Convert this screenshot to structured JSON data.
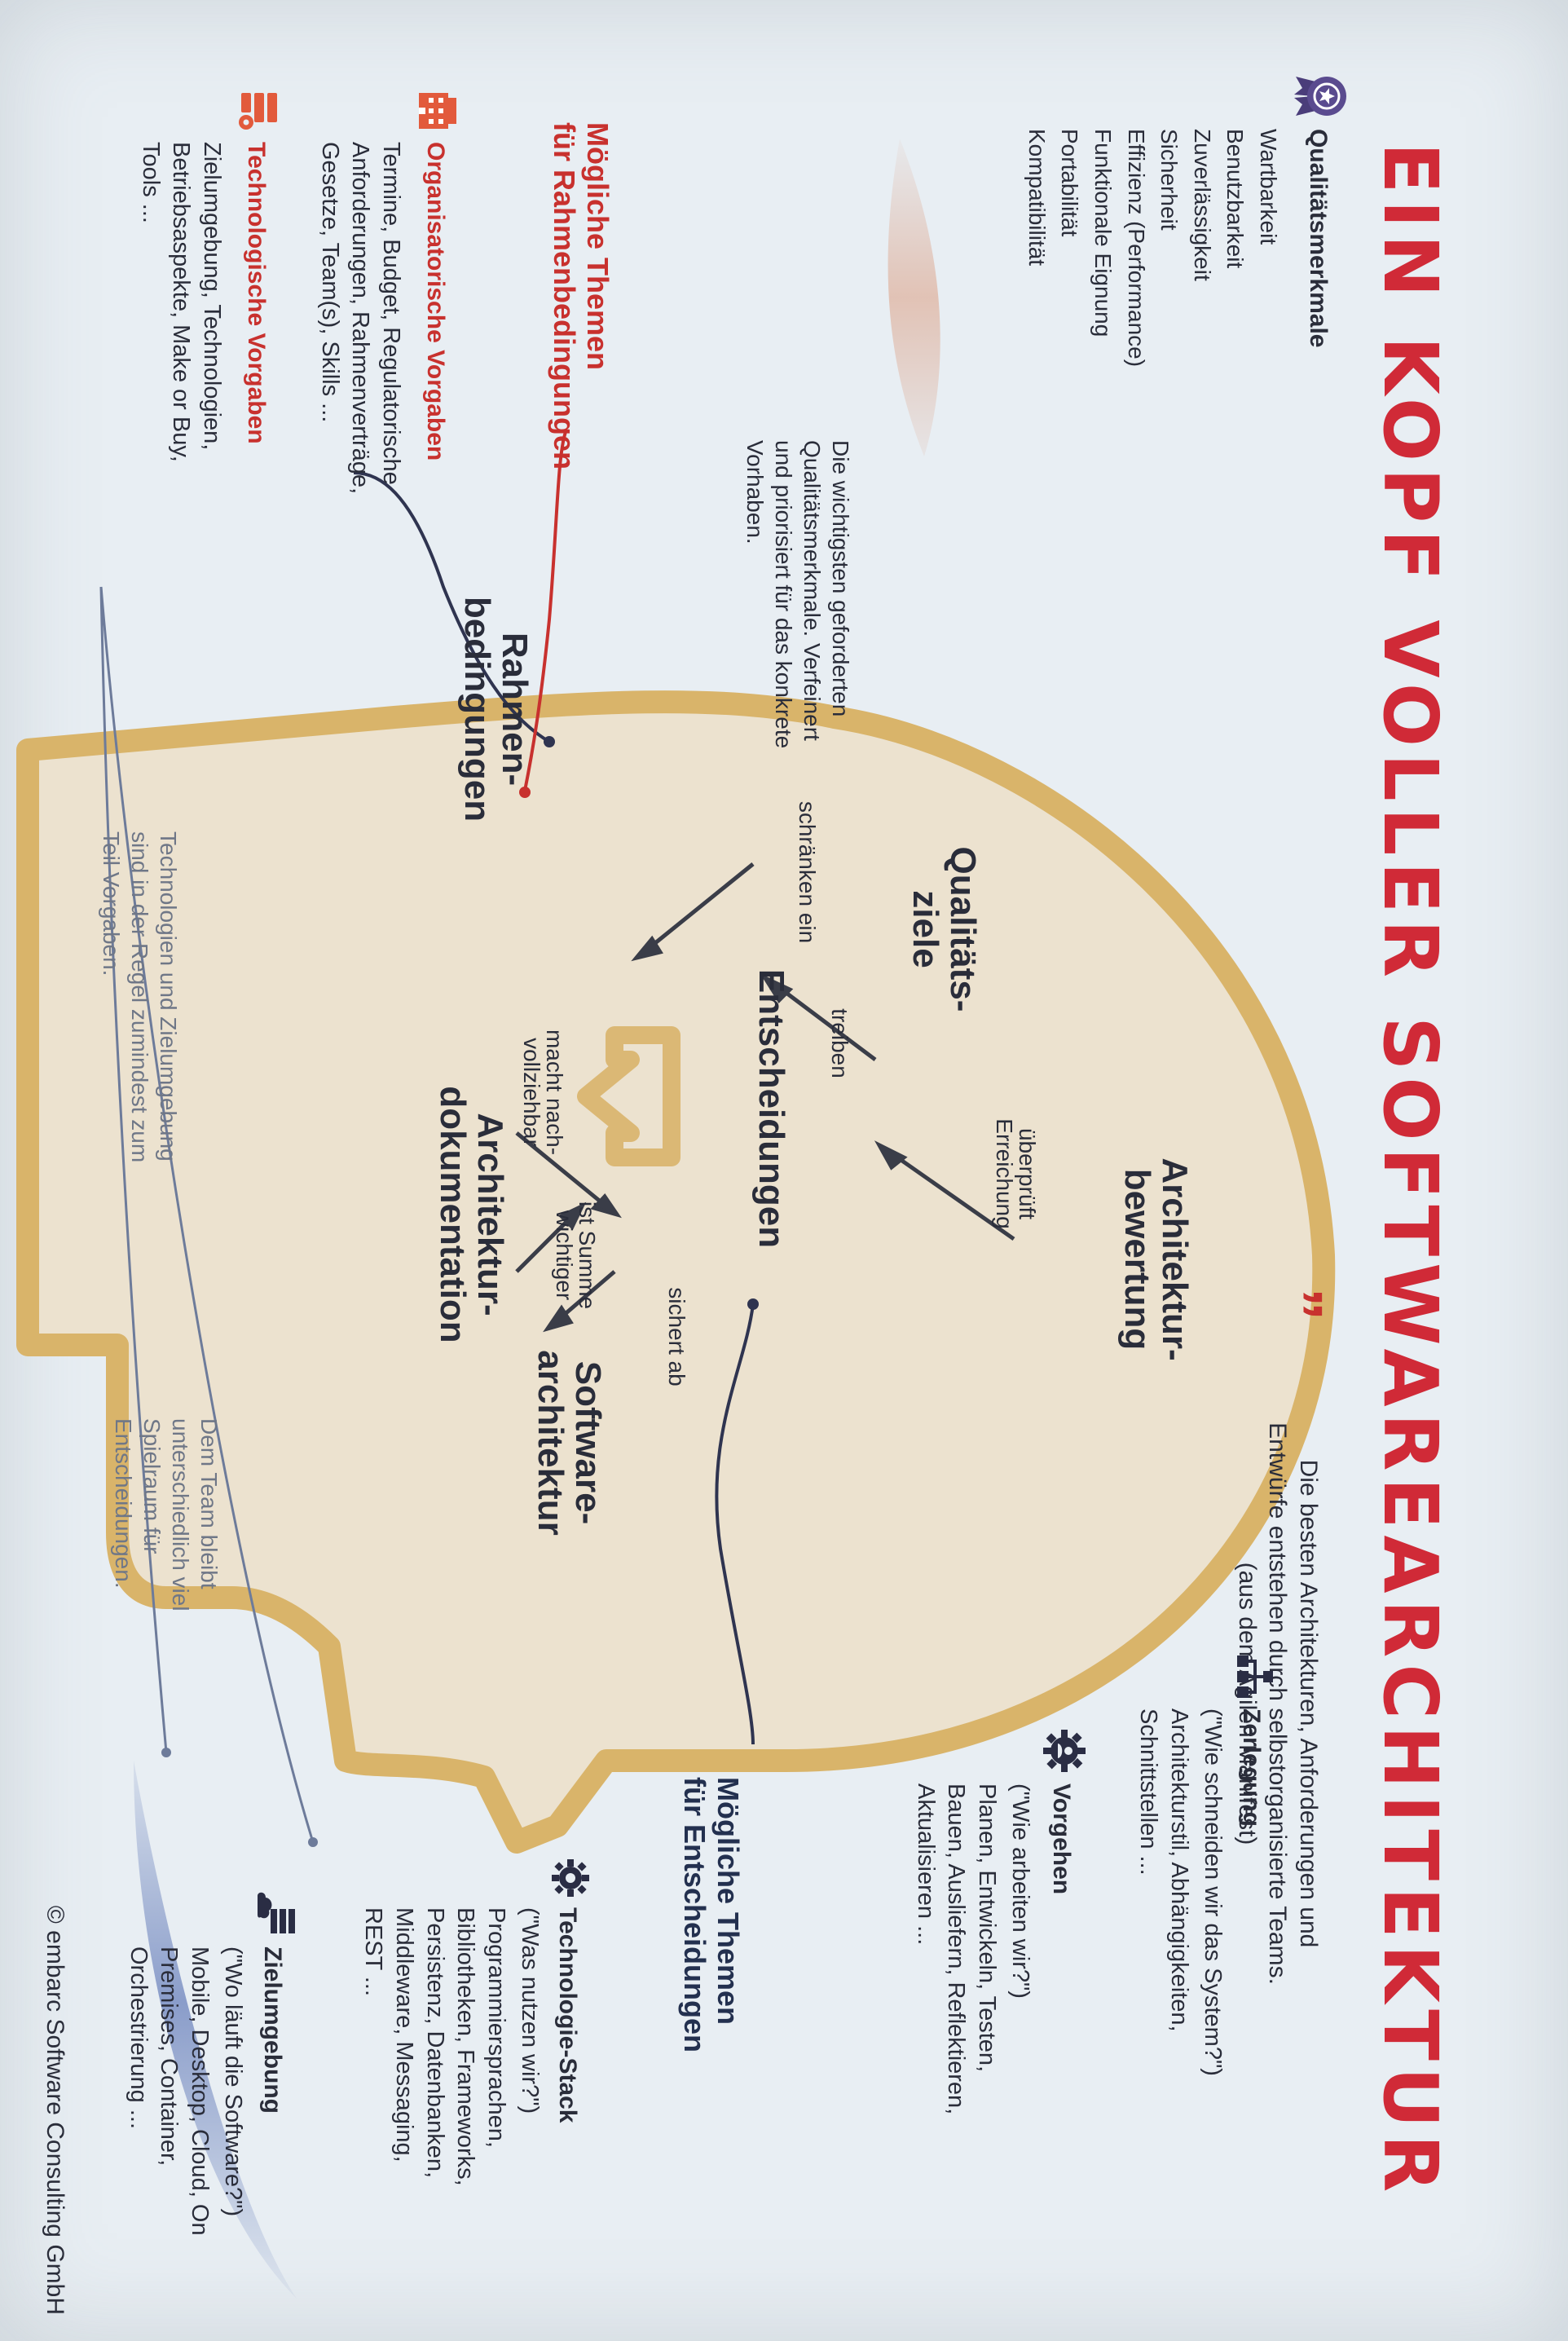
{
  "title": "EIN KOPF VOLLER SOFTWAREARCHITEKTUR",
  "quote": {
    "lines": [
      "Die besten Architekturen, Anforderungen und",
      "Entwürfe entstehen durch selbstorganisierte Teams.",
      "(aus dem Agilen Manifest)"
    ]
  },
  "quality": {
    "title": "Qualitätsmerkmale",
    "items": [
      "Wartbarkeit",
      "Benutzbarkeit",
      "Zuverlässigkeit",
      "Sicherheit",
      "Effizienz (Performance)",
      "Funktionale Eignung",
      "Portabilität",
      "Kompatibilität"
    ],
    "note": [
      "Die wichtigsten geforderten",
      "Qualitätsmerkmale. Verfeinert",
      "und priorisiert für das konkrete",
      "Vorhaben."
    ]
  },
  "constraints": {
    "heading": [
      "Mögliche Themen",
      "für Rahmenbedingungen"
    ],
    "org": {
      "title": "Organisatorische Vorgaben",
      "text": [
        "Termine, Budget, Regulatorische",
        "Anforderungen, Rahmenverträge,",
        "Gesetze, Team(s), Skills ..."
      ]
    },
    "tech": {
      "title": "Technologische Vorgaben",
      "text": [
        "Zielumgebung, Technologien,",
        "Betriebsaspekte, Make or Buy,",
        "Tools ..."
      ]
    }
  },
  "diagram": {
    "nodes": {
      "architekturbewertung": [
        "Architektur-",
        "bewertung"
      ],
      "qualitaetsziele": [
        "Qualitäts-",
        "ziele"
      ],
      "softwarearchitektur": [
        "Software-",
        "architektur"
      ],
      "entscheidungen": "Entscheidungen",
      "rahmenbedingungen": [
        "Rahmen-",
        "bedingungen"
      ],
      "architekturdokumentation": [
        "Architektur-",
        "dokumentation"
      ]
    },
    "edges": {
      "ueberprueft": [
        "überprüft",
        "Erreichung"
      ],
      "treiben": "treiben",
      "sichert_ab": "sichert ab",
      "ist_summe": [
        "ist Summe",
        "wichtiger"
      ],
      "schraenken_ein": "schränken ein",
      "macht_nachvollziehbar": [
        "macht nach-",
        "vollziehbar"
      ]
    },
    "tech_note": [
      "Technologien und Zielumgebung",
      "sind in der Regel zumindest zum",
      "Teil Vorgaben."
    ],
    "team_note": [
      "Dem Team bleibt",
      "unterschiedlich viel",
      "Spielraum für",
      "Entscheidungen."
    ]
  },
  "decisions": {
    "heading": [
      "Mögliche Themen",
      "für Entscheidungen"
    ],
    "zerlegung": {
      "title": "Zerlegung",
      "sub": "(\"Wie schneiden wir das System?\")",
      "text": [
        "Architekturstil, Abhängigkeiten,",
        "Schnittstellen ..."
      ]
    },
    "vorgehen": {
      "title": "Vorgehen",
      "sub": "(\"Wie arbeiten wir?\")",
      "text": [
        "Planen, Entwickeln, Testen,",
        "Bauen, Ausliefern, Reflektieren,",
        "Aktualisieren ..."
      ]
    },
    "stack": {
      "title": "Technologie-Stack",
      "sub": "(\"Was nutzen wir?\")",
      "text": [
        "Programmiersprachen,",
        "Bibliotheken, Frameworks,",
        "Persistenz, Datenbanken,",
        "Middleware, Messaging,",
        "REST ..."
      ]
    },
    "ziel": {
      "title": "Zielumgebung",
      "sub": "(\"Wo läuft die Software?\")",
      "text": [
        "Mobile, Desktop, Cloud, On",
        "Premises, Container,",
        "Orchestrierung ..."
      ]
    }
  },
  "copyright": "© embarc Software Consulting GmbH",
  "colors": {
    "accent_red": "#d02a37",
    "navy": "#23304f",
    "head_outline": "#d9b46a",
    "head_fill": "#ece2cf"
  },
  "icons": [
    "award-icon",
    "building-icon",
    "server-gear-icon",
    "hierarchy-icon",
    "team-gear-icon",
    "gear-icon",
    "cloud-server-icon"
  ]
}
